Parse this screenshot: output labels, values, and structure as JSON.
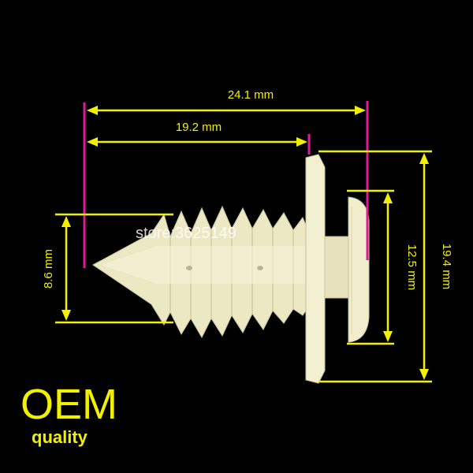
{
  "dimensions": {
    "overall_length": "24.1 mm",
    "shank_length": "19.2 mm",
    "shank_diameter": "8.6 mm",
    "head_diameter": "12.5 mm",
    "flange_diameter": "19.4 mm"
  },
  "brand": {
    "oem": "OEM",
    "quality": "quality"
  },
  "watermark": "store:3625149",
  "colors": {
    "background": "#000000",
    "dimension": "#f2f000",
    "reference_line": "#e0189c",
    "part": "#f3f0cf"
  }
}
